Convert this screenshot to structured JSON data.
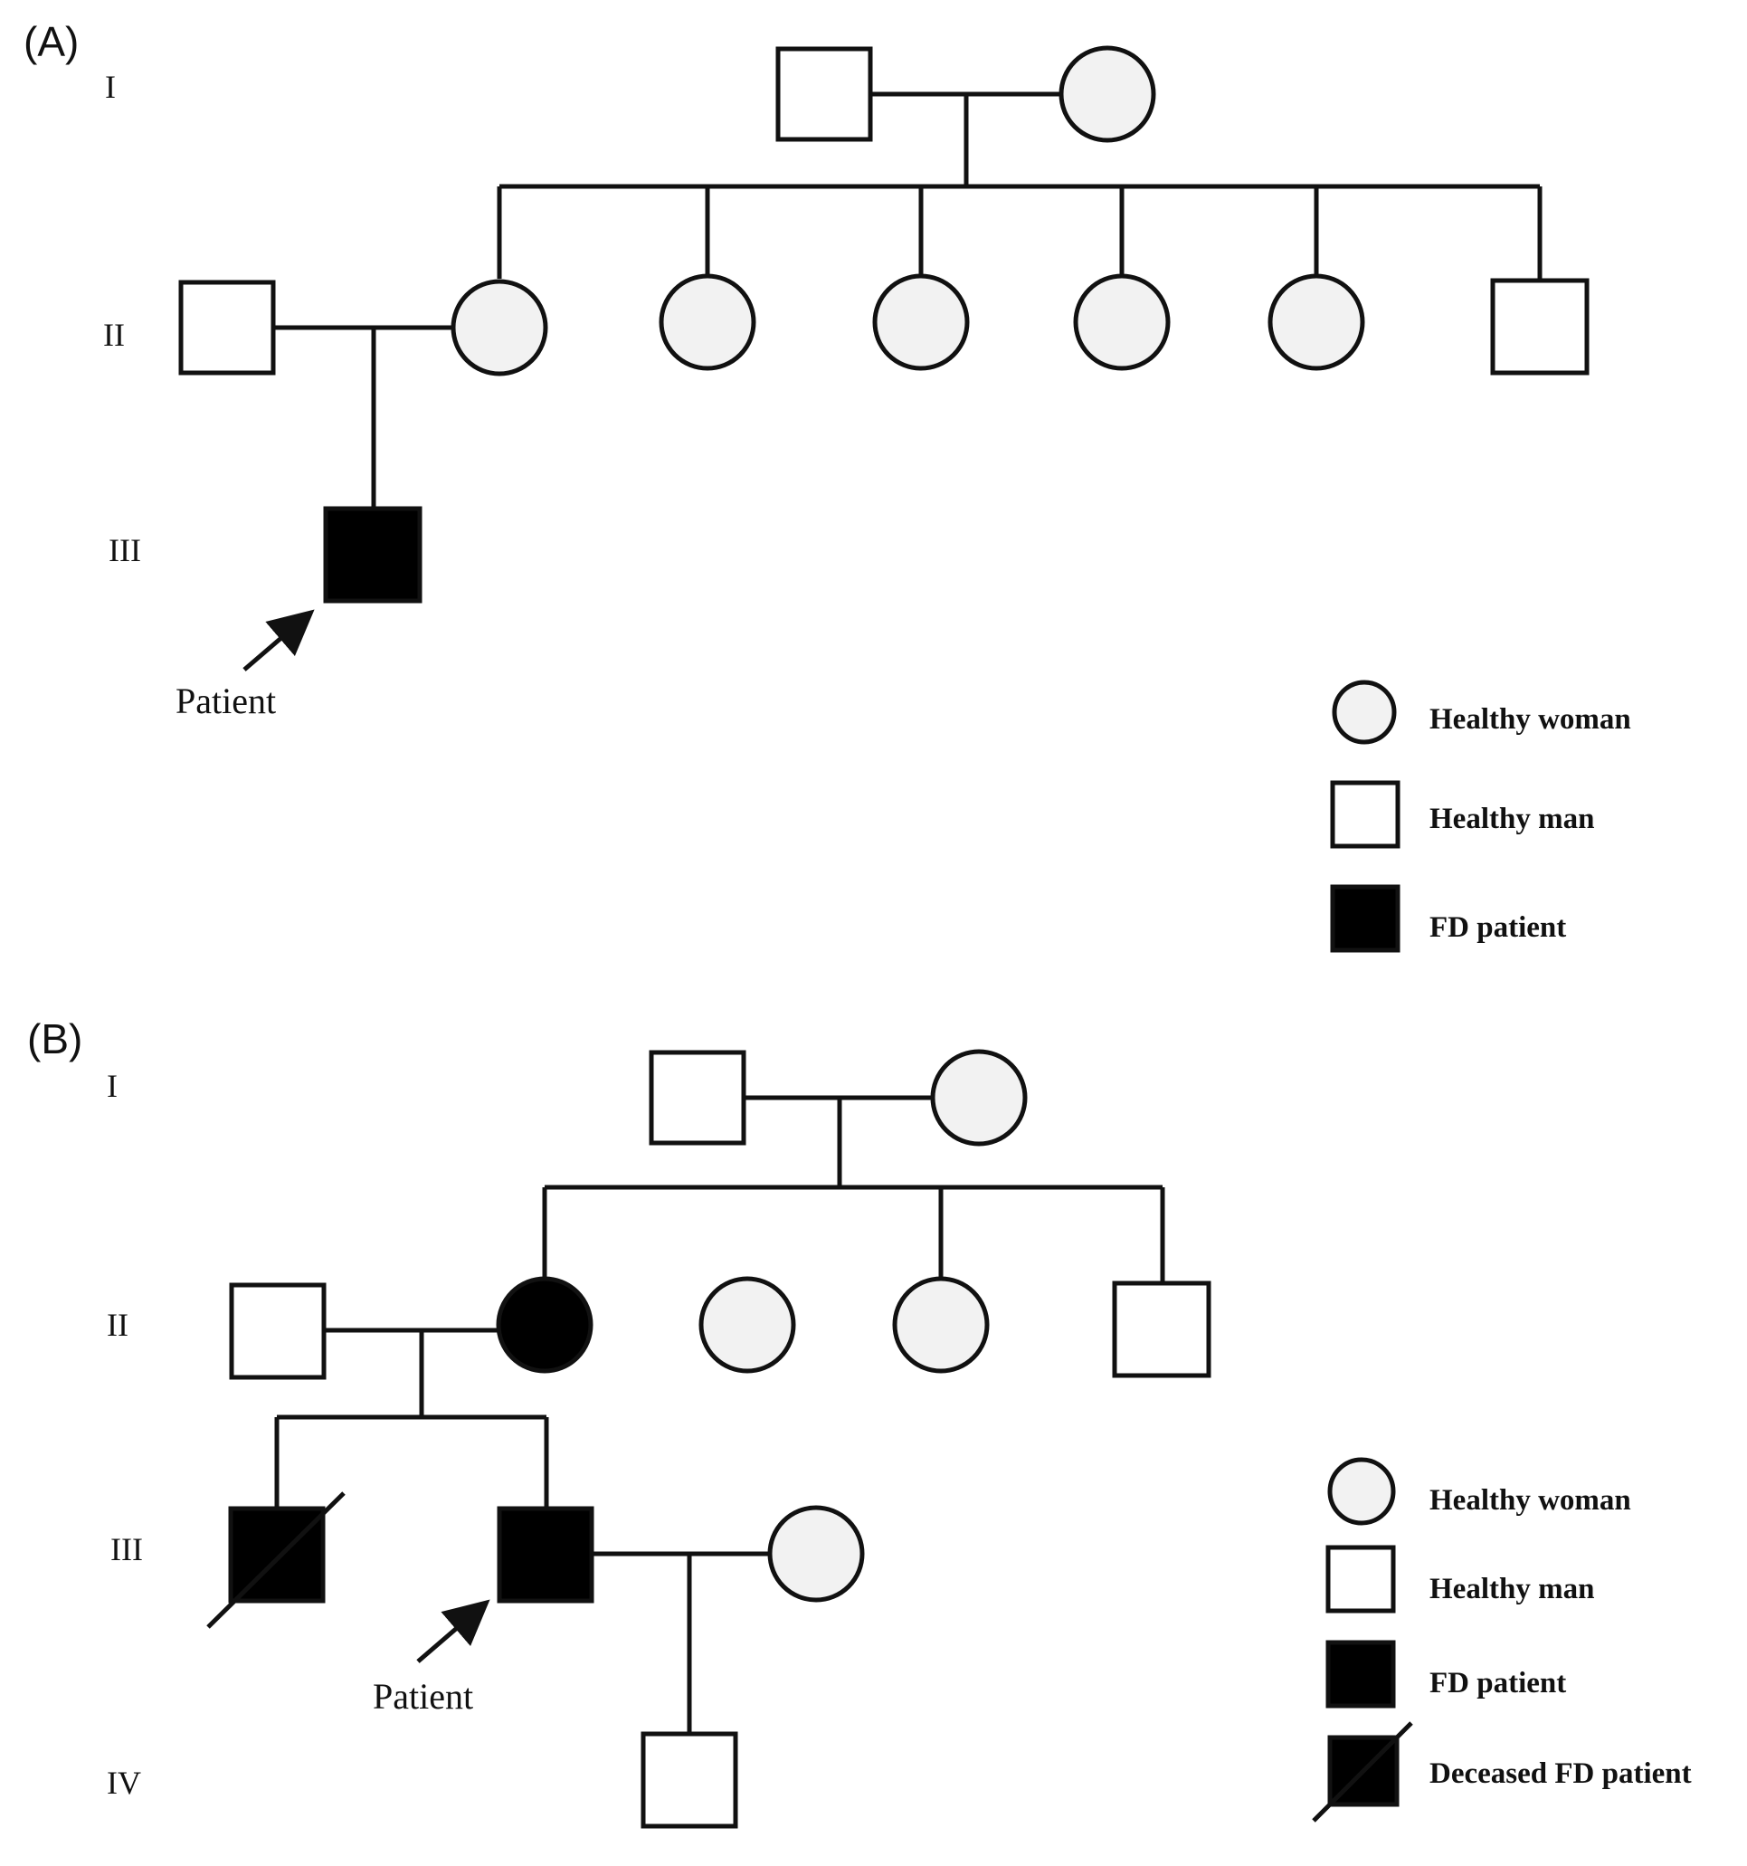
{
  "panels": [
    {
      "label": "(A)",
      "generations": [
        "I",
        "II",
        "III"
      ],
      "proband_label": "Patient",
      "legend": [
        {
          "symbol": "circle-light",
          "text": "Healthy woman"
        },
        {
          "symbol": "square-white",
          "text": "Healthy man"
        },
        {
          "symbol": "square-filled",
          "text": "FD patient"
        }
      ]
    },
    {
      "label": "(B)",
      "generations": [
        "I",
        "II",
        "III",
        "IV"
      ],
      "proband_label": "Patient",
      "legend": [
        {
          "symbol": "circle-light",
          "text": "Healthy woman"
        },
        {
          "symbol": "square-white",
          "text": "Healthy man"
        },
        {
          "symbol": "square-filled",
          "text": "FD patient"
        },
        {
          "symbol": "square-filled-deceased",
          "text": "Deceased FD patient"
        }
      ]
    }
  ],
  "colors": {
    "line": "#111111",
    "healthy_woman_fill": "#f2f2f2",
    "healthy_man_fill": "#ffffff",
    "affected_fill": "#000000"
  }
}
